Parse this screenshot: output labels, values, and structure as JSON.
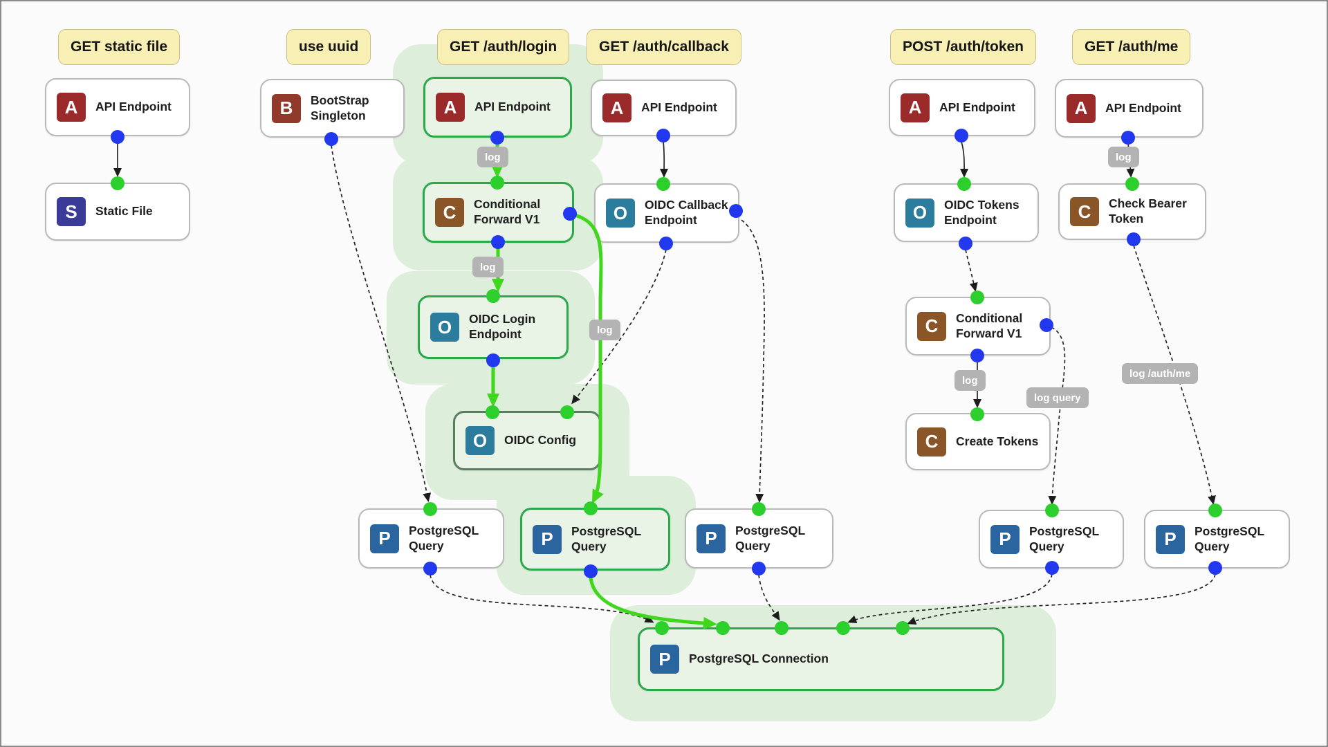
{
  "route_labels": [
    {
      "text": "GET static file"
    },
    {
      "text": "use uuid"
    },
    {
      "text": "GET /auth/login"
    },
    {
      "text": "GET /auth/callback"
    },
    {
      "text": "POST /auth/token"
    },
    {
      "text": "GET /auth/me"
    }
  ],
  "nodes": [
    {
      "badge": "A",
      "badge_color": "#9b2b2b",
      "label": "API Endpoint"
    },
    {
      "badge": "S",
      "badge_color": "#3a3a99",
      "label": "Static File"
    },
    {
      "badge": "B",
      "badge_color": "#913a2b",
      "label": "BootStrap Singleton"
    },
    {
      "badge": "A",
      "badge_color": "#9b2b2b",
      "label": "API Endpoint"
    },
    {
      "badge": "C",
      "badge_color": "#8a5627",
      "label": "Conditional Forward V1"
    },
    {
      "badge": "O",
      "badge_color": "#2c7d9d",
      "label": "OIDC Login Endpoint"
    },
    {
      "badge": "O",
      "badge_color": "#2c7d9d",
      "label": "OIDC Config"
    },
    {
      "badge": "A",
      "badge_color": "#9b2b2b",
      "label": "API Endpoint"
    },
    {
      "badge": "O",
      "badge_color": "#2c7d9d",
      "label": "OIDC Callback Endpoint"
    },
    {
      "badge": "A",
      "badge_color": "#9b2b2b",
      "label": "API Endpoint"
    },
    {
      "badge": "O",
      "badge_color": "#2c7d9d",
      "label": "OIDC Tokens Endpoint"
    },
    {
      "badge": "C",
      "badge_color": "#8a5627",
      "label": "Conditional Forward V1"
    },
    {
      "badge": "C",
      "badge_color": "#8a5627",
      "label": "Create Tokens"
    },
    {
      "badge": "A",
      "badge_color": "#9b2b2b",
      "label": "API Endpoint"
    },
    {
      "badge": "C",
      "badge_color": "#8a5627",
      "label": "Check Bearer Token"
    },
    {
      "badge": "P",
      "badge_color": "#2a65a0",
      "label": "PostgreSQL Query"
    },
    {
      "badge": "P",
      "badge_color": "#2a65a0",
      "label": "PostgreSQL Query"
    },
    {
      "badge": "P",
      "badge_color": "#2a65a0",
      "label": "PostgreSQL Query"
    },
    {
      "badge": "P",
      "badge_color": "#2a65a0",
      "label": "PostgreSQL Query"
    },
    {
      "badge": "P",
      "badge_color": "#2a65a0",
      "label": "PostgreSQL Query"
    },
    {
      "badge": "P",
      "badge_color": "#2a65a0",
      "label": "PostgreSQL Connection"
    }
  ],
  "edge_labels": [
    "log",
    "log",
    "log",
    "log",
    "log query",
    "log",
    "log /auth/me"
  ],
  "colors": {
    "highlight_border": "#2aa84a",
    "highlight_fill": "#e9f3e6",
    "group_blob": "#ddeeda",
    "edge_green": "#3fd61e",
    "edge_black": "#242424",
    "port_blue": "#2238ef",
    "port_green": "#2ccf2c",
    "route_label_bg": "#f8efb4",
    "edge_label_bg": "#b3b3b3"
  }
}
